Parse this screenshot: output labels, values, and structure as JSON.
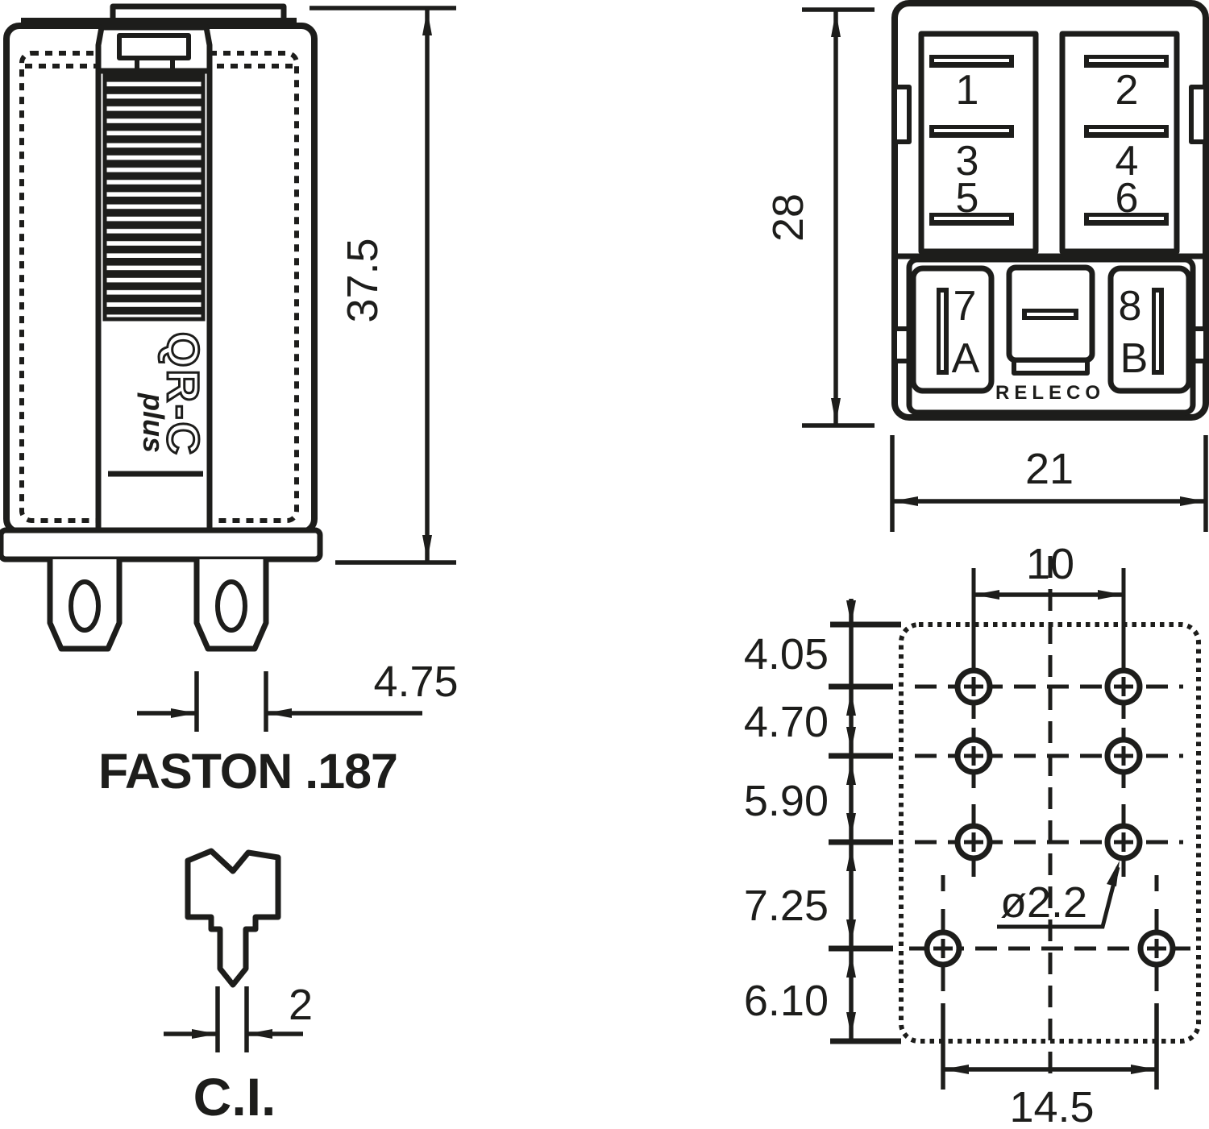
{
  "side_view": {
    "height_dim": "37.5",
    "pin_width_dim": "4.75",
    "pin_type_label": "FASTON .187",
    "product_name": "QR-C",
    "product_suffix": "plus",
    "detail_width_dim": "2",
    "detail_label": "C.I."
  },
  "bottom_view": {
    "height_dim": "28",
    "width_dim": "21",
    "terminal_numbers": [
      "1",
      "2",
      "3",
      "4",
      "5",
      "6"
    ],
    "coil_terminals": {
      "left_num": "7",
      "left_letter": "A",
      "right_num": "8",
      "right_letter": "B"
    },
    "brand": "RELECO"
  },
  "drill_pattern": {
    "top_spacing_dim": "10",
    "bottom_spacing_dim": "14.5",
    "hole_diameter_dim": "ø2.2",
    "row_spacing_dims": [
      "4.05",
      "4.70",
      "5.90",
      "7.25",
      "6.10"
    ]
  }
}
